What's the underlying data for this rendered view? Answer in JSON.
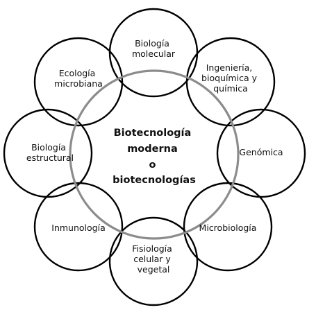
{
  "diagram": {
    "center": {
      "lines": [
        "Biotecnología",
        "moderna",
        "o",
        "biotecnologías"
      ]
    },
    "nodes": [
      {
        "id": "biologia-molecular",
        "lines": [
          "Biología",
          "molecular"
        ]
      },
      {
        "id": "ingenieria",
        "lines": [
          "Ingeniería,",
          "bioquímica y",
          "química"
        ]
      },
      {
        "id": "genomica",
        "lines": [
          "Genómica"
        ]
      },
      {
        "id": "microbiologia",
        "lines": [
          "Microbiología"
        ]
      },
      {
        "id": "fisiologia",
        "lines": [
          "Fisiología",
          "celular y",
          "vegetal"
        ]
      },
      {
        "id": "inmunologia",
        "lines": [
          "Inmunología"
        ]
      },
      {
        "id": "biologia-estructural",
        "lines": [
          "Biología",
          "estructural"
        ]
      },
      {
        "id": "ecologia-microbiana",
        "lines": [
          "Ecología",
          "microbiana"
        ]
      }
    ]
  },
  "colors": {
    "satellite_stroke": "#000000",
    "central_stroke": "#8c8c8c",
    "text": "#111111"
  }
}
